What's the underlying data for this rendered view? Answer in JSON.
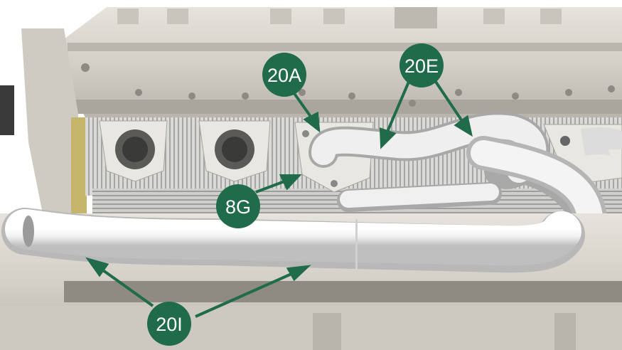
{
  "callouts": {
    "part_20A": "20A",
    "part_20E": "20E",
    "part_8G": "8G",
    "part_20I": "20I"
  },
  "colors": {
    "callout_fill": "#1f6b4a",
    "arrow": "#1f6b4a",
    "engine_body": "#d8d5ce",
    "cylinder_fins": "#c9c9c7",
    "exhaust_pipe": "#eeeeee",
    "background": "#ffffff"
  }
}
